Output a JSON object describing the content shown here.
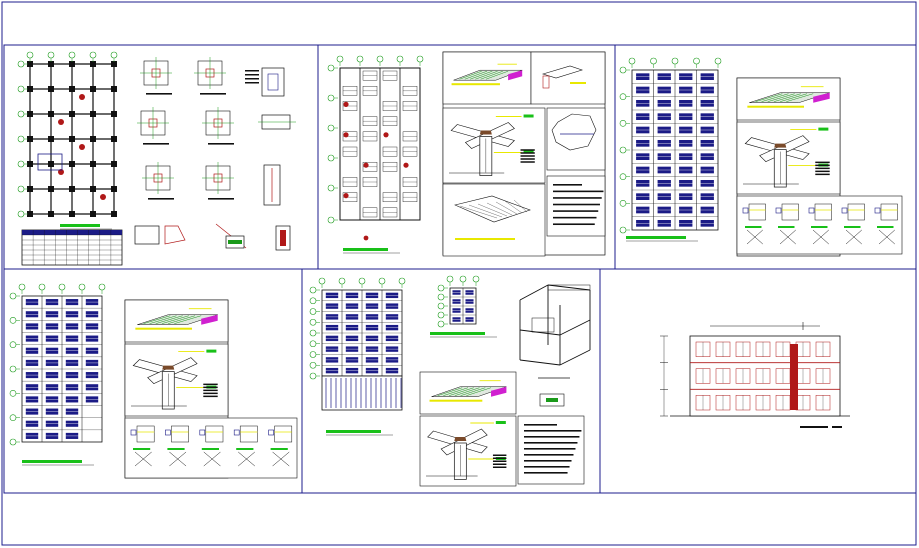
{
  "colors": {
    "frame": "#1c1c8c",
    "plan_line": "#111111",
    "structure_blue": "#1b1b86",
    "detail_red": "#b01818",
    "label_green": "#19c019",
    "label_yellow": "#e8e800",
    "axis_green": "#1a9a1a",
    "fill_magenta": "#d020d0",
    "column_brown": "#7a4a2a"
  },
  "sheet": {
    "panel_names": [
      "panel-foundation-plan",
      "panel-first-floor-slab",
      "panel-second-floor-slab",
      "panel-third-floor-slab",
      "panel-roof-slab",
      "panel-elevation"
    ]
  }
}
